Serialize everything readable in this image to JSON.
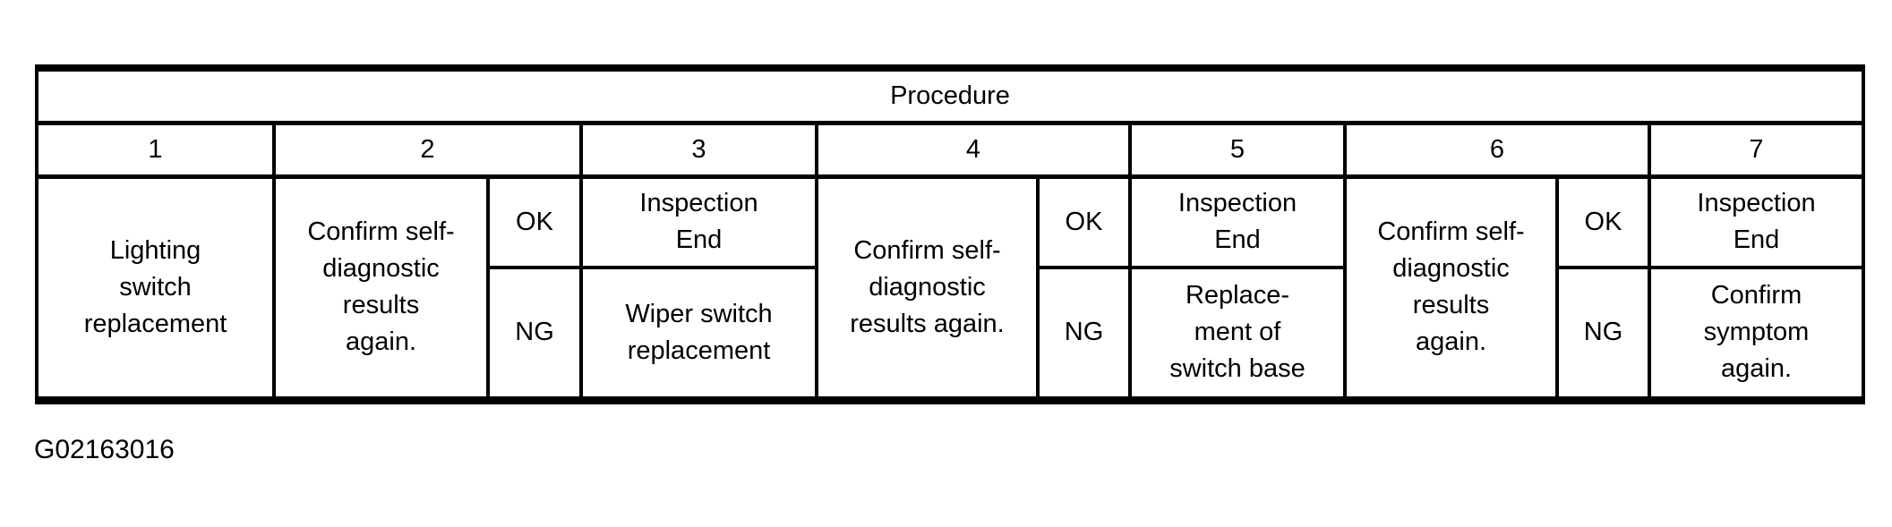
{
  "theme": {
    "ink_color": "#000000",
    "background_color": "#ffffff"
  },
  "table": {
    "title": "Procedure",
    "steps": [
      {
        "number": "1",
        "action": "Lighting\nswitch\nreplacement"
      },
      {
        "number": "2",
        "action": "Confirm self-\ndiagnostic\nresults\nagain.",
        "ok_label": "OK",
        "ng_label": "NG"
      },
      {
        "number": "3",
        "ok_result": "Inspection\nEnd",
        "ng_result": "Wiper switch\nreplacement"
      },
      {
        "number": "4",
        "action": "Confirm self-\ndiagnostic\nresults again.",
        "ok_label": "OK",
        "ng_label": "NG"
      },
      {
        "number": "5",
        "ok_result": "Inspection\nEnd",
        "ng_result": "Replace-\nment of\nswitch base"
      },
      {
        "number": "6",
        "action": "Confirm self-\ndiagnostic\nresults\nagain.",
        "ok_label": "OK",
        "ng_label": "NG"
      },
      {
        "number": "7",
        "ok_result": "Inspection\nEnd",
        "ng_result": "Confirm\nsymptom\nagain."
      }
    ]
  },
  "caption": "G02163016"
}
